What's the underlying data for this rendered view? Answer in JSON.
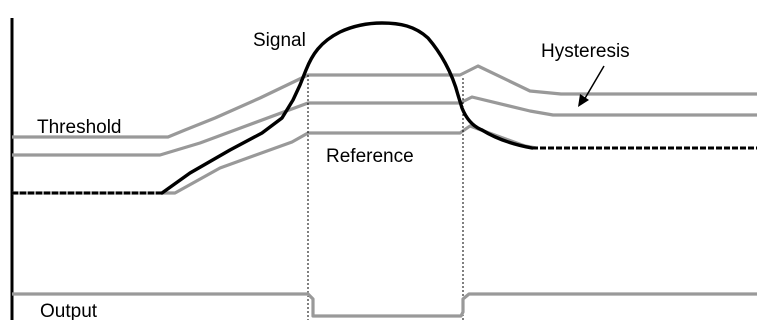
{
  "labels": {
    "signal": "Signal",
    "hysteresis": "Hysteresis",
    "threshold": "Threshold",
    "reference": "Reference",
    "output": "Output"
  },
  "colors": {
    "signal": "#000000",
    "threshold": "#999999",
    "output": "#999999",
    "guide": "#000000",
    "axis": "#000000"
  }
}
